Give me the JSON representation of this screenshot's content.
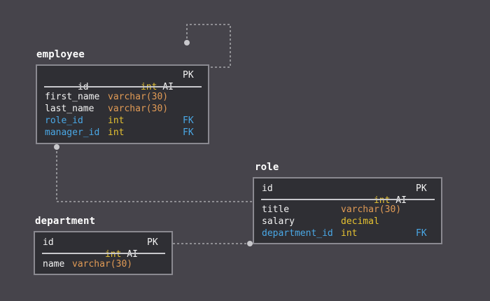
{
  "colors": {
    "background": "#46444b",
    "table_fill": "#2f2f34",
    "table_border": "#8a8990",
    "int_type": "#e6c231",
    "varchar_type": "#e09a55",
    "foreign_key": "#4aa8e6",
    "link_line": "#b9b9bd"
  },
  "employee": {
    "title": "employee",
    "pk": {
      "name": "id",
      "type": "int",
      "extra": "AI",
      "key": "PK"
    },
    "columns": [
      {
        "name": "first_name",
        "type": "varchar(30)",
        "key": ""
      },
      {
        "name": "last_name",
        "type": "varchar(30)",
        "key": ""
      },
      {
        "name": "role_id",
        "type": "int",
        "key": "FK"
      },
      {
        "name": "manager_id",
        "type": "int",
        "key": "FK"
      }
    ]
  },
  "role": {
    "title": "role",
    "pk": {
      "name": "id",
      "type": "int",
      "extra": "AI",
      "key": "PK"
    },
    "columns": [
      {
        "name": "title",
        "type": "varchar(30)",
        "key": ""
      },
      {
        "name": "salary",
        "type": "decimal",
        "key": ""
      },
      {
        "name": "department_id",
        "type": "int",
        "key": "FK"
      }
    ]
  },
  "department": {
    "title": "department",
    "pk": {
      "name": "id",
      "type": "int",
      "extra": "AI",
      "key": "PK"
    },
    "columns": [
      {
        "name": "name",
        "type": "varchar(30)",
        "key": ""
      }
    ]
  }
}
